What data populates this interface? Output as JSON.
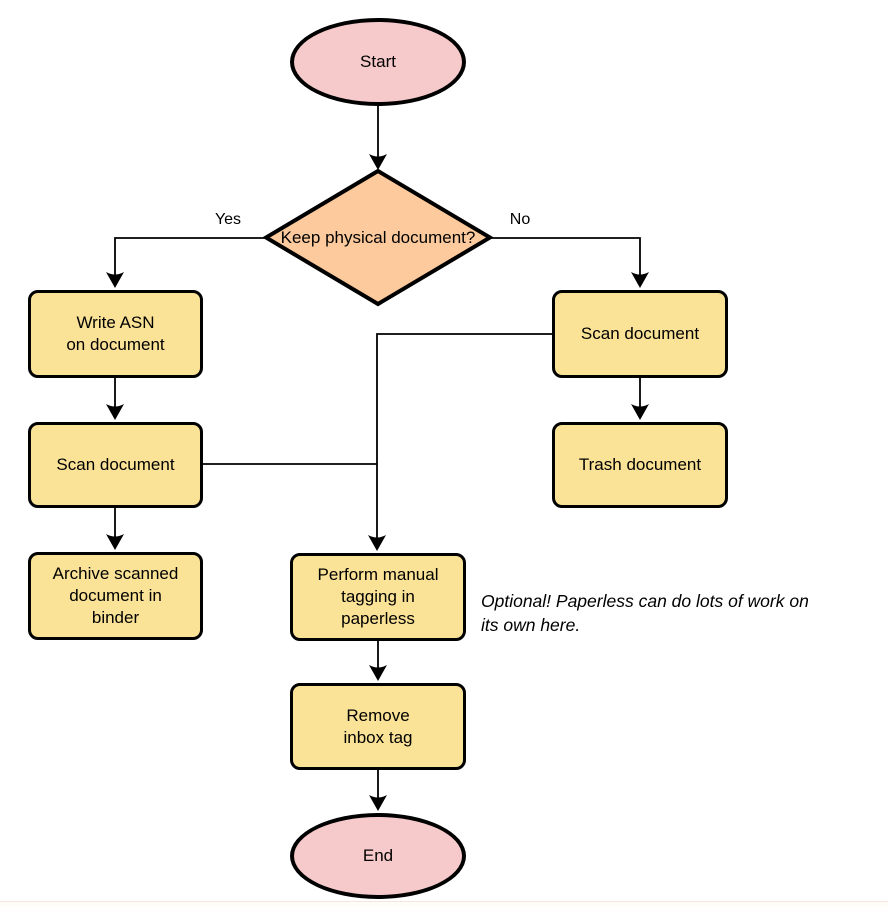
{
  "diagram": {
    "nodes": {
      "start": {
        "type": "terminator",
        "lines": [
          "Start"
        ]
      },
      "keep_physical": {
        "type": "decision",
        "lines": [
          "Keep physical",
          "document?"
        ]
      },
      "write_asn": {
        "type": "process",
        "lines": [
          "Write ASN",
          "on document"
        ]
      },
      "scan_document_left": {
        "type": "process",
        "lines": [
          "Scan document"
        ]
      },
      "archive_binder": {
        "type": "process",
        "lines": [
          "Archive scanned",
          "document in",
          "binder"
        ]
      },
      "scan_document_right": {
        "type": "process",
        "lines": [
          "Scan document"
        ]
      },
      "trash_document": {
        "type": "process",
        "lines": [
          "Trash document"
        ]
      },
      "manual_tagging": {
        "type": "process",
        "lines": [
          "Perform manual",
          "tagging in",
          "paperless"
        ]
      },
      "remove_inbox_tag": {
        "type": "process",
        "lines": [
          "Remove",
          "inbox tag"
        ]
      },
      "end": {
        "type": "terminator",
        "lines": [
          "End"
        ]
      }
    },
    "edge_labels": {
      "yes": "Yes",
      "no": "No"
    },
    "annotation": {
      "lines": [
        "Optional! Paperless can do lots of work on",
        "its own here."
      ]
    },
    "colors": {
      "terminator_fill": "#F6C9CA",
      "decision_fill": "#FCCA9C",
      "process_fill": "#FAE296",
      "stroke": "#000000",
      "background": "#FFFFFF"
    }
  }
}
